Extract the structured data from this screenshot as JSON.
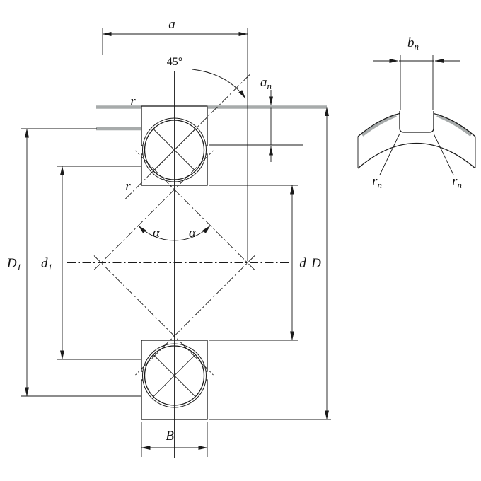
{
  "figure": {
    "kind": "technical-drawing",
    "subject": "four-point-contact-ball-bearing-cross-section-with-locating-slot-detail",
    "colors": {
      "line_color": "#1a1a1a",
      "abutment_color": "#a7abab",
      "background": "#ffffff"
    },
    "main_view": {
      "labels": {
        "a": "a",
        "angle": "45°",
        "a_n": {
          "base": "a",
          "sub": "n"
        },
        "r_outer": "r",
        "r_inner": "r",
        "D1": {
          "base": "D",
          "sub": "1"
        },
        "d1": {
          "base": "d",
          "sub": "1"
        },
        "alpha_left": "α",
        "alpha_right": "α",
        "d": "d",
        "D": "D",
        "B": "B"
      }
    },
    "detail_view": {
      "labels": {
        "b_n": {
          "base": "b",
          "sub": "n"
        },
        "r_n_left": {
          "base": "r",
          "sub": "n"
        },
        "r_n_right": {
          "base": "r",
          "sub": "n"
        }
      }
    }
  }
}
